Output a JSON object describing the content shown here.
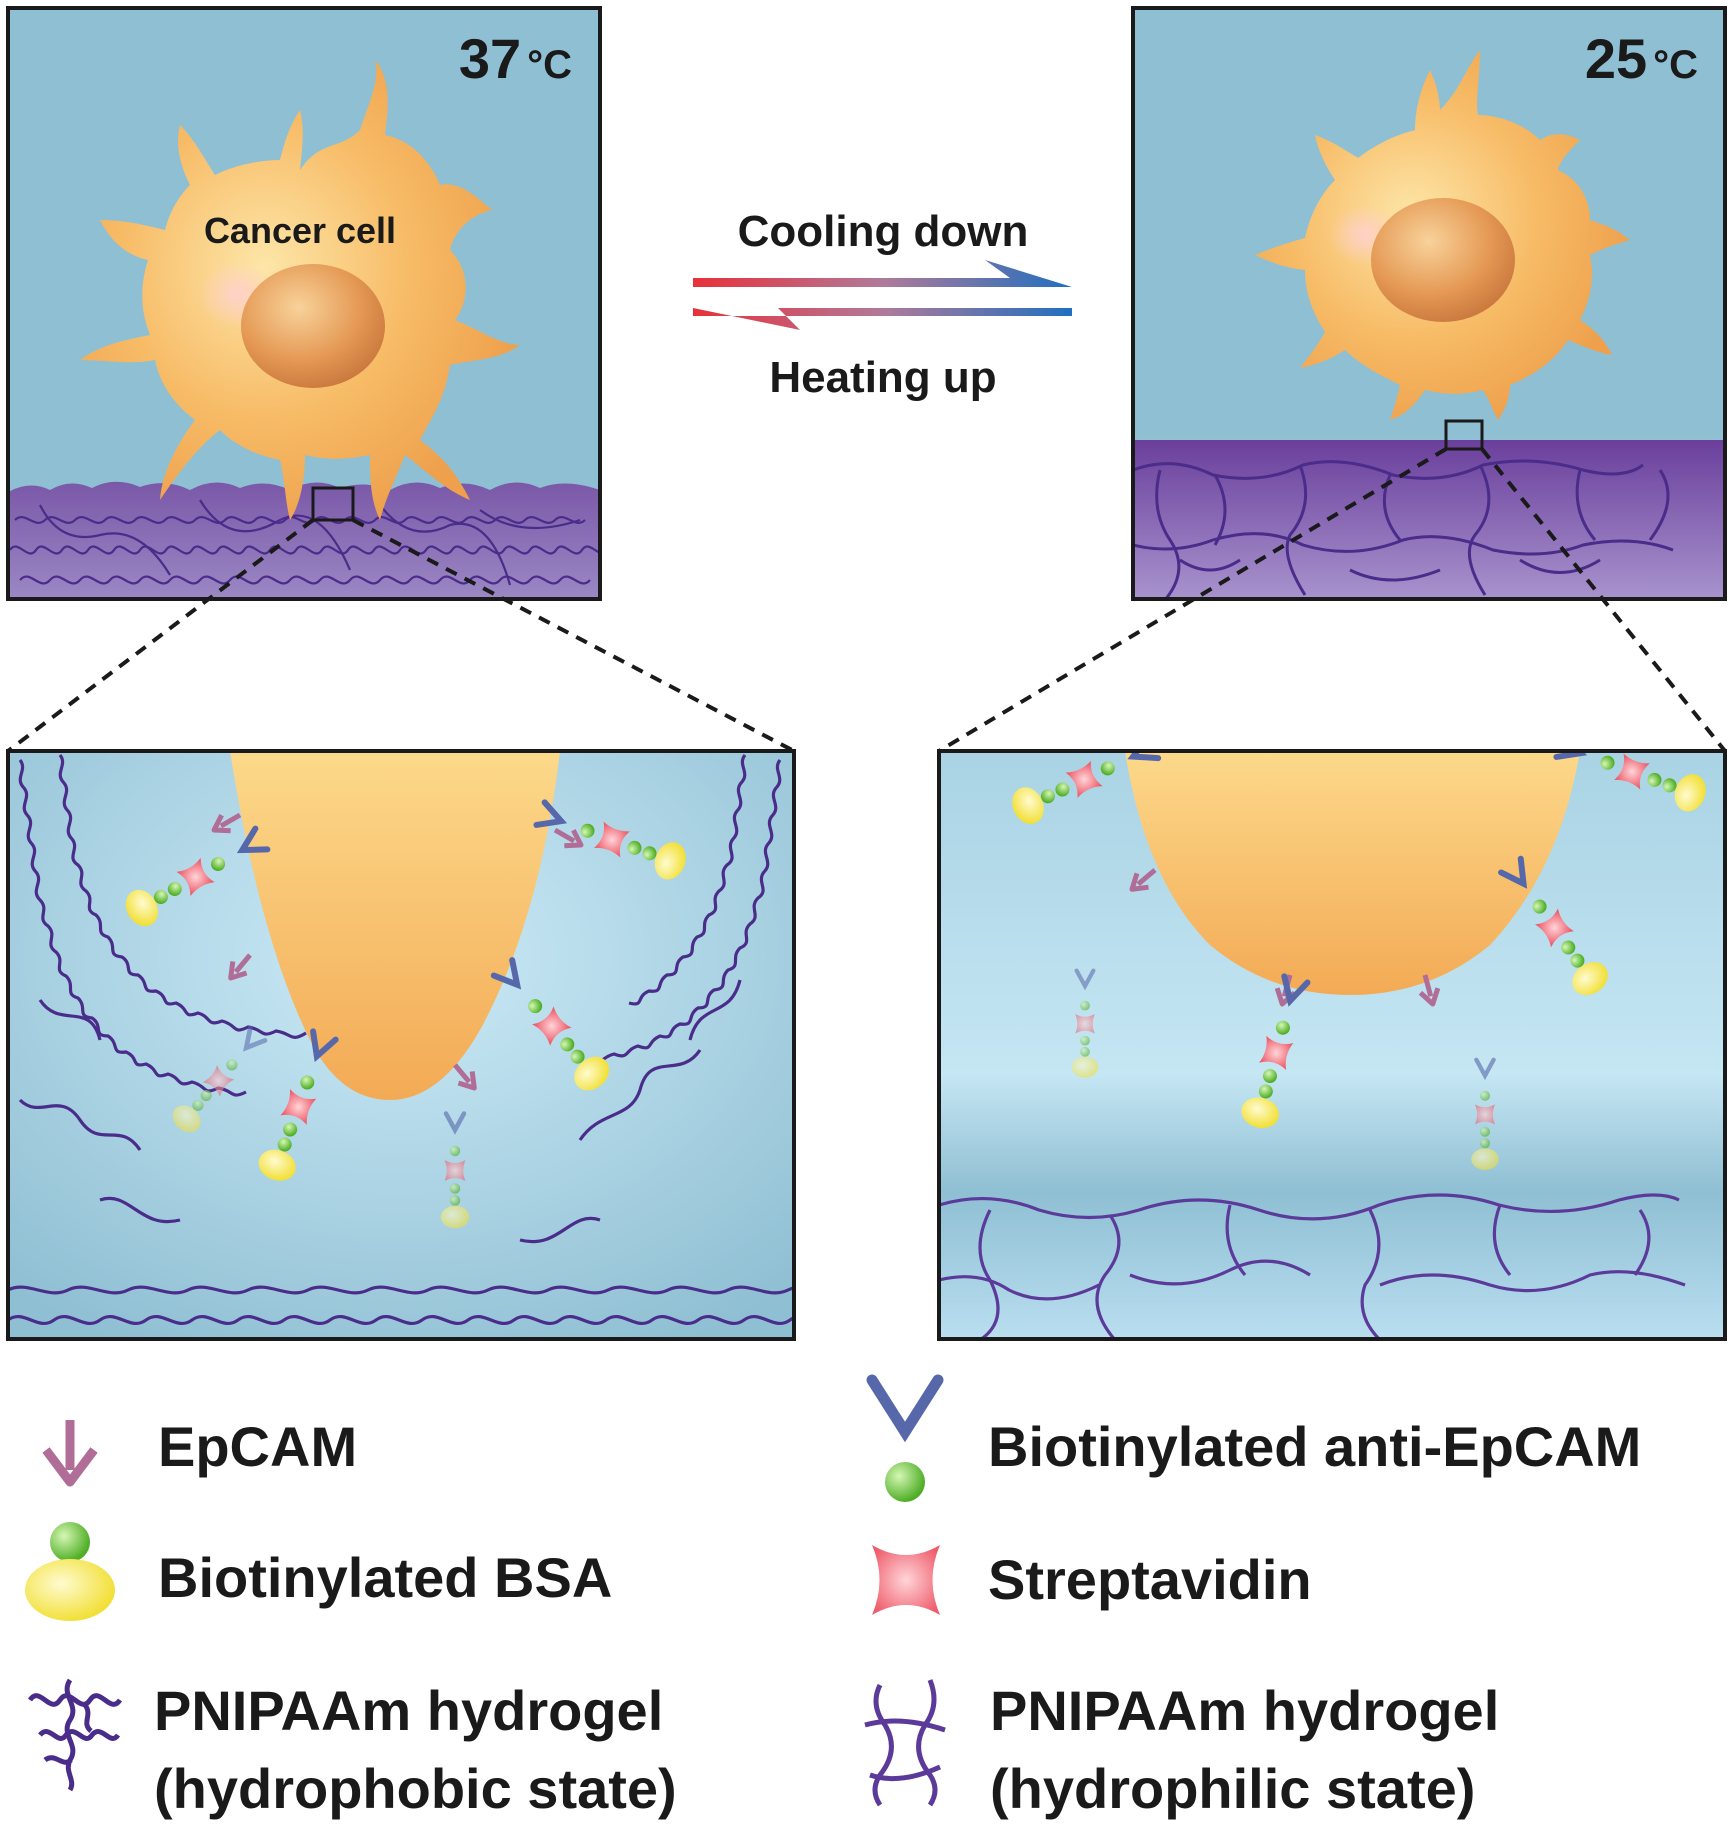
{
  "panels": {
    "warm": {
      "temperature_value": "37",
      "temperature_unit": "°C",
      "cell_label": "Cancer cell"
    },
    "cool": {
      "temperature_value": "25",
      "temperature_unit": "°C"
    }
  },
  "transition": {
    "forward_label": "Cooling down",
    "reverse_label": "Heating up"
  },
  "legend": {
    "epcam": "EpCAM",
    "anti_epcam": "Biotinylated anti-EpCAM",
    "bsa": "Biotinylated BSA",
    "streptavidin": "Streptavidin",
    "hydrophobic_line1": "PNIPAAm hydrogel",
    "hydrophobic_line2": "(hydrophobic state)",
    "hydrophilic_line1": "PNIPAAm hydrogel",
    "hydrophilic_line2": "(hydrophilic state)"
  },
  "colors": {
    "medium_blue": "#8fbfd3",
    "hydrogel_purple": "#5b3a9a",
    "cell_orange": "#f5b260",
    "epcam_arrow": "#b06d97",
    "biotin_green": "#6cc23a",
    "bsa_yellow": "#f2e85a",
    "streptavidin_red": "#f06a78",
    "antibody_blue": "#6b7fb8",
    "warm_red": "#e8303a",
    "cool_blue": "#1f6fc0"
  }
}
